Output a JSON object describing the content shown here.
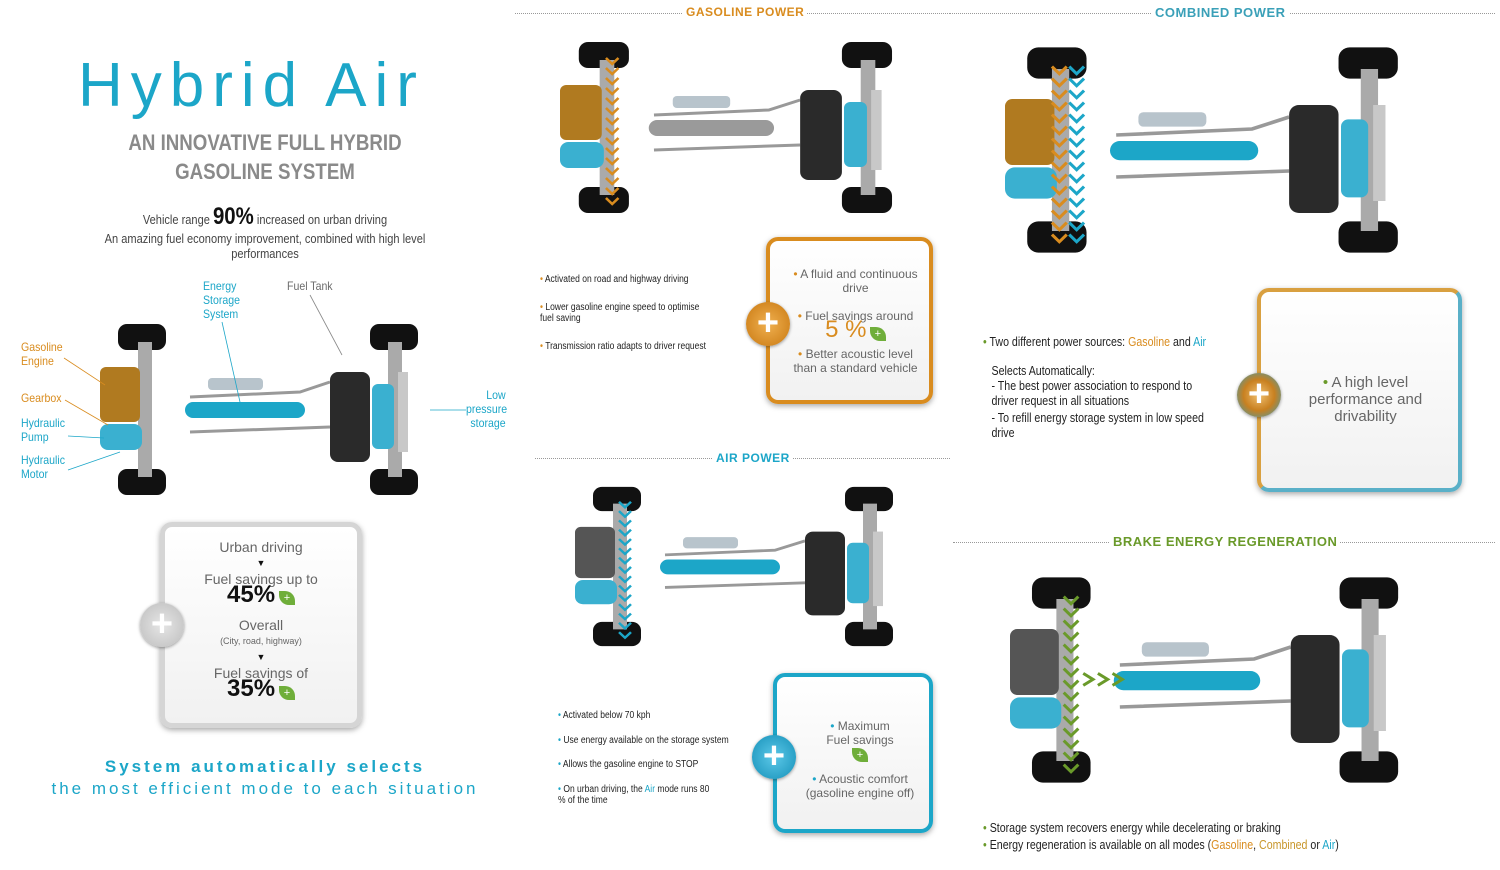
{
  "colors": {
    "gasoline": "#d98c1f",
    "air": "#1ca6c8",
    "brake": "#6a9a2a"
  },
  "title": {
    "part1": "Hybrid",
    "part2": "Air"
  },
  "subtitle": {
    "line1": "AN INNOVATIVE FULL HYBRID",
    "line2": "GASOLINE SYSTEM"
  },
  "range": {
    "pre": "Vehicle range",
    "value": "90%",
    "post": "increased on urban driving",
    "line2": "An amazing fuel economy improvement, combined with high level performances"
  },
  "labels": {
    "energy_storage": "Energy Storage System",
    "fuel_tank": "Fuel Tank",
    "gasoline_engine": "Gasoline Engine",
    "gearbox": "Gearbox",
    "hydraulic_pump": "Hydraulic Pump",
    "hydraulic_motor": "Hydraulic Motor",
    "low_pressure": "Low pressure storage"
  },
  "summary": {
    "urban": "Urban driving",
    "urban_savings": "Fuel savings up to",
    "urban_pct": "45%",
    "overall": "Overall",
    "overall_sub": "(City, road, highway)",
    "overall_savings": "Fuel savings of",
    "overall_pct": "35%"
  },
  "tagline": {
    "line1": "System automatically selects",
    "line2": "the most efficient mode to each situation"
  },
  "gasoline": {
    "header": "GASOLINE POWER",
    "bullets": [
      "Activated on road and highway driving",
      "Lower gasoline engine speed to optimise fuel saving",
      "Transmission ratio adapts to driver request"
    ],
    "box": {
      "b1": "A fluid and continuous drive",
      "b2": "Fuel savings around",
      "pct": "5 %",
      "b3": "Better acoustic level than a standard vehicle"
    }
  },
  "air": {
    "header": "AIR POWER",
    "bullets": [
      "Activated below 70 kph",
      "Use energy available on the storage system",
      "Allows the gasoline engine to STOP"
    ],
    "b4_pre": "On urban driving, the",
    "b4_air": "Air",
    "b4_post": "mode runs 80 % of the time",
    "box": {
      "b1": "Maximum Fuel savings",
      "b2": "Acoustic comfort (gasoline engine off)"
    }
  },
  "combined": {
    "header": "COMBINED POWER",
    "l1": "Two different power sources:",
    "gasoline": "Gasoline",
    "and": "and",
    "air": "Air",
    "l2": "Selects Automatically:",
    "l3": "- The best power association to respond to driver request in all situations",
    "l4": "- To refill energy storage system in low speed drive",
    "box": "A high level performance and drivability"
  },
  "brake": {
    "header": "BRAKE ENERGY REGENERATION",
    "l1": "Storage system recovers energy while decelerating or braking",
    "l2": "Energy regeneration is available on all modes (",
    "gasoline": "Gasoline",
    "combined": "Combined",
    "or": "or",
    "air": "Air",
    "close": ")"
  }
}
